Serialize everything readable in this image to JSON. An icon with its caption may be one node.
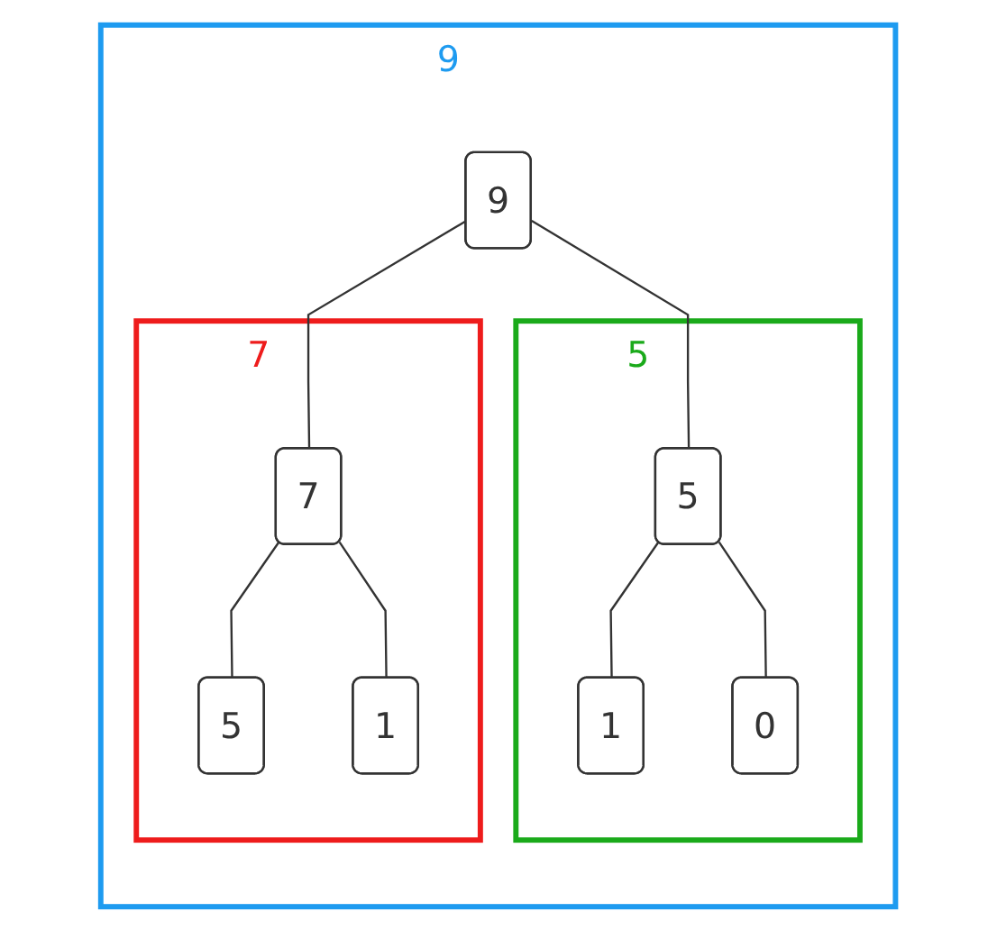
{
  "diagram": {
    "nodes": [
      {
        "text": [
          "9"
        ]
      },
      {
        "text": [
          "9"
        ],
        "in": 0
      },
      {
        "text": [
          "7"
        ],
        "in": 0
      },
      {
        "text": [
          "7"
        ],
        "in": 2
      },
      {
        "text": [
          "5"
        ],
        "in": 2
      },
      {
        "text": [
          "1"
        ],
        "in": 2
      },
      {
        "text": [
          "5"
        ],
        "in": 0
      },
      {
        "text": [
          "5"
        ],
        "in": 6
      },
      {
        "text": [
          "1"
        ],
        "in": 6
      },
      {
        "text": [
          "0"
        ],
        "in": 6
      }
    ],
    "edges": [
      {
        "from": 1,
        "to": 3,
        "arrow": "none"
      },
      {
        "from": 1,
        "to": 7,
        "arrow": "none"
      },
      {
        "from": 3,
        "to": 4,
        "arrow": "none"
      },
      {
        "from": 3,
        "to": 5,
        "arrow": "none"
      },
      {
        "from": 7,
        "to": 8,
        "arrow": "none"
      },
      {
        "from": 7,
        "to": 9,
        "arrow": "none"
      }
    ]
  }
}
